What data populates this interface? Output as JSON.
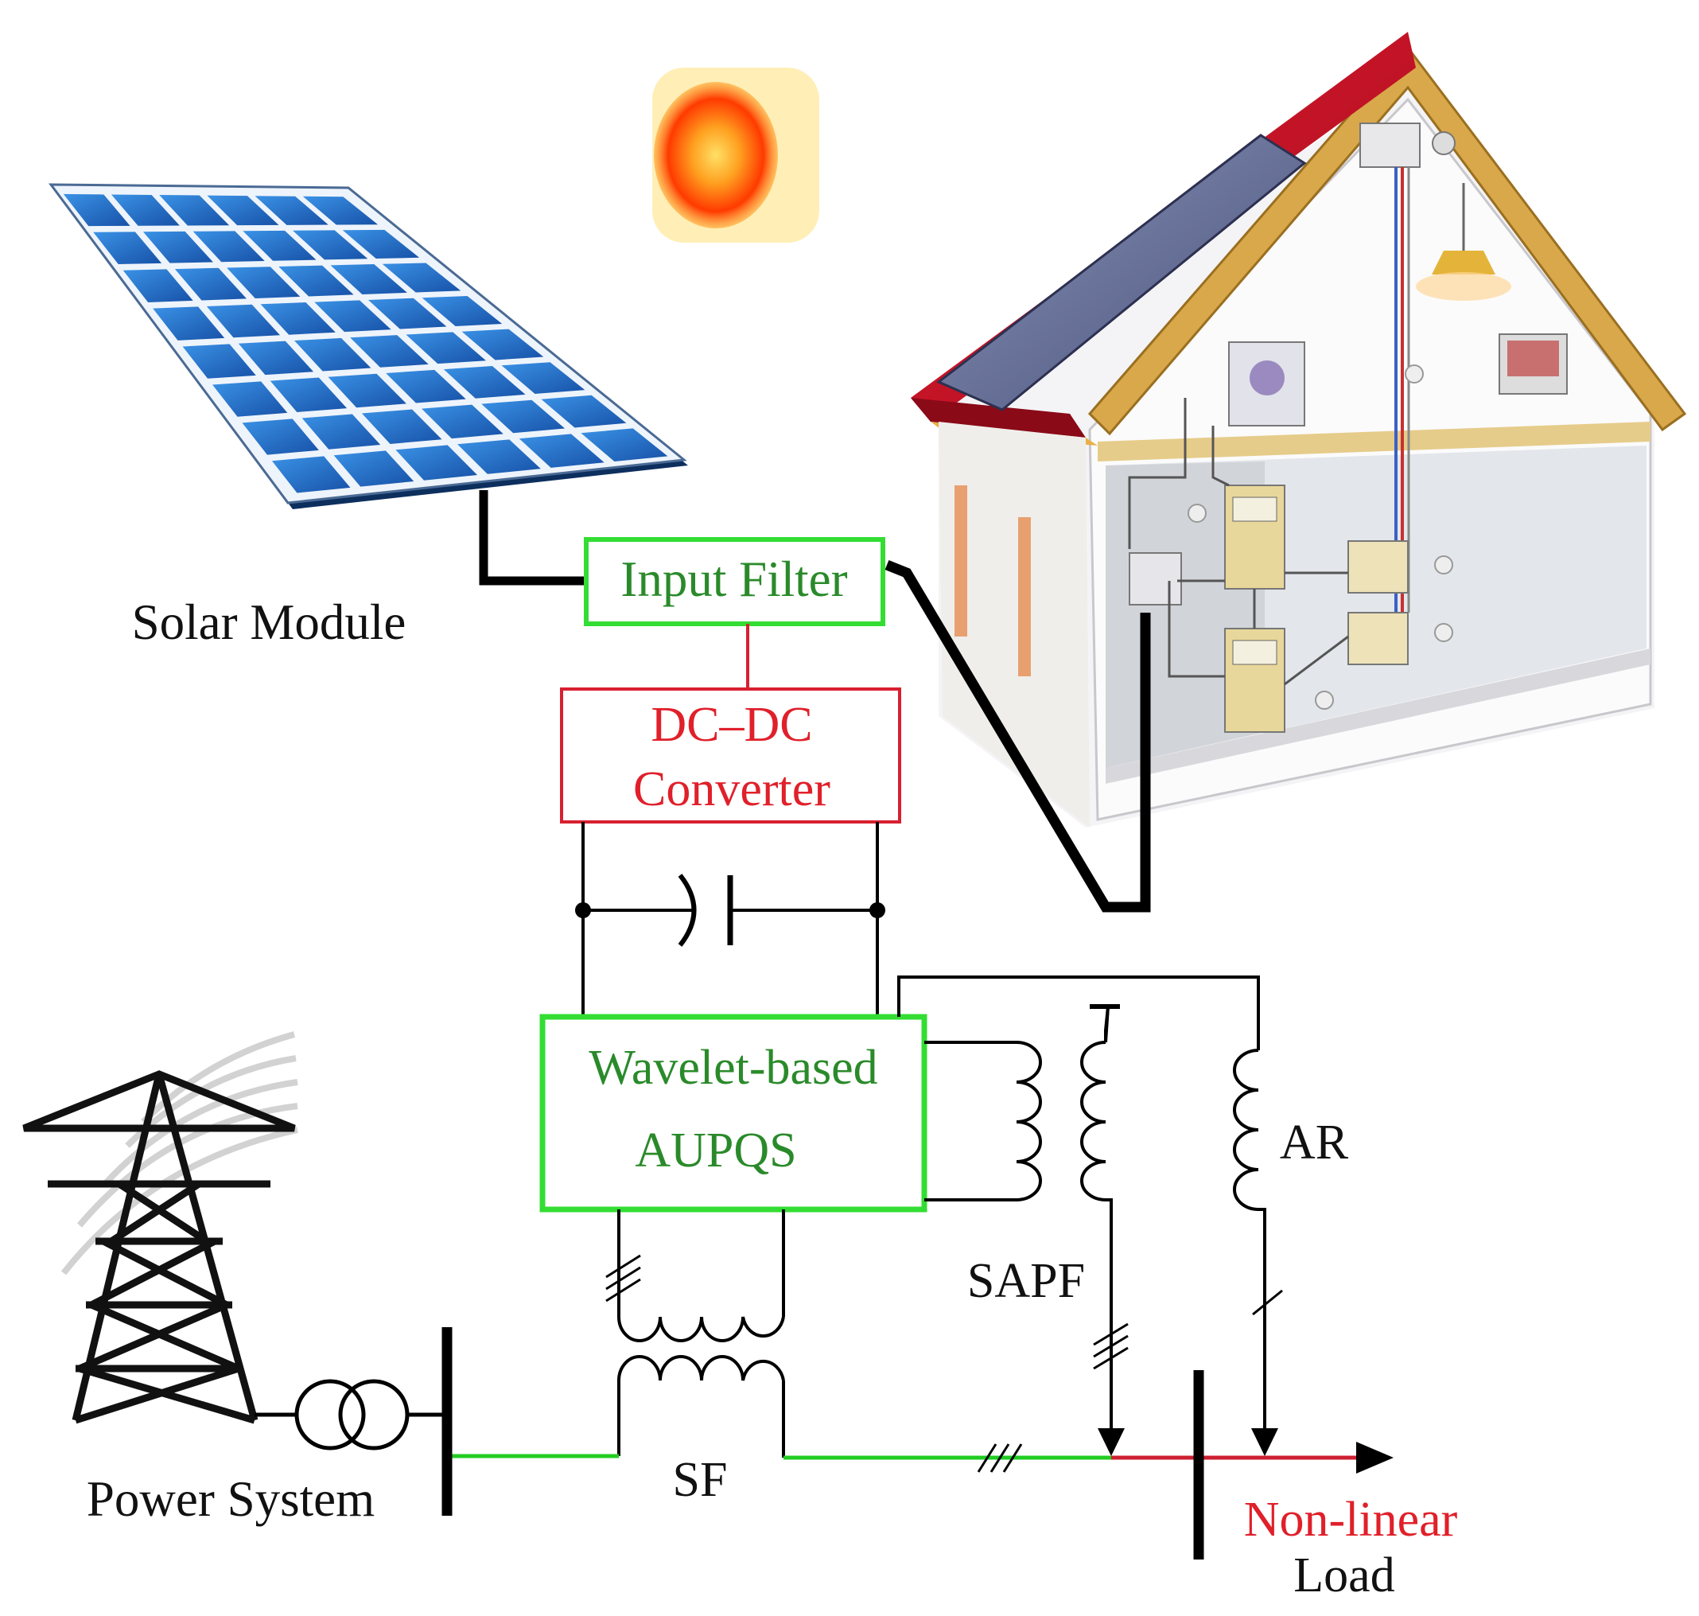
{
  "labels": {
    "solar_module": "Solar Module",
    "input_filter": "Input Filter",
    "dcdc_line1": "DC–DC",
    "dcdc_line2": "Converter",
    "aupqs_line1": "Wavelet-based",
    "aupqs_line2": "AUPQS",
    "sapf": "SAPF",
    "ar": "AR",
    "sf": "SF",
    "power_system": "Power System",
    "load_line1": "Non-linear",
    "load_line2": "Load"
  },
  "colors": {
    "filter_box": "#33dd33",
    "converter_box": "#d82030",
    "ac_line_green": "#22cc22",
    "ac_line_red": "#cc2030",
    "wire": "#000000",
    "panel_blue": "#1f6fc9",
    "roof_red": "#c8102e"
  },
  "icons": {
    "sun": "sun-icon",
    "solar_panel": "solar-panel-icon",
    "house": "house-icon",
    "pylon": "transmission-tower-icon",
    "transformer": "transformer-icon",
    "capacitor": "capacitor-icon"
  }
}
